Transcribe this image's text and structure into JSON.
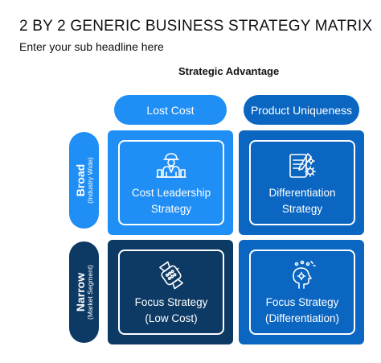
{
  "header": {
    "title": "2 BY 2 GENERIC BUSINESS STRATEGY MATRIX",
    "subtitle": "Enter your sub headline here"
  },
  "matrix": {
    "column_axis_title": "Strategic Advantage",
    "columns": [
      {
        "label": "Lost Cost",
        "color": "#1f8ef5"
      },
      {
        "label": "Product Uniqueness",
        "color": "#0b66c1"
      }
    ],
    "rows": [
      {
        "label": "Broad",
        "sublabel": "(Industry Wide)",
        "color": "#1f8ef5"
      },
      {
        "label": "Narrow",
        "sublabel": "(Market Segment)",
        "color": "#0d3a64"
      }
    ],
    "quadrants": [
      {
        "line1": "Cost Leadership",
        "line2": "Strategy",
        "icon": "worker-icon",
        "color": "#1f8ef5"
      },
      {
        "line1": "Differentiation",
        "line2": "Strategy",
        "icon": "tools-gears-icon",
        "color": "#0b66c1"
      },
      {
        "line1": "Focus Strategy",
        "line2": "(Low Cost)",
        "icon": "smartwatch-icon",
        "color": "#0d3a64"
      },
      {
        "line1": "Focus Strategy",
        "line2": "(Differentiation)",
        "icon": "head-gears-icon",
        "color": "#0b66c1"
      }
    ]
  }
}
